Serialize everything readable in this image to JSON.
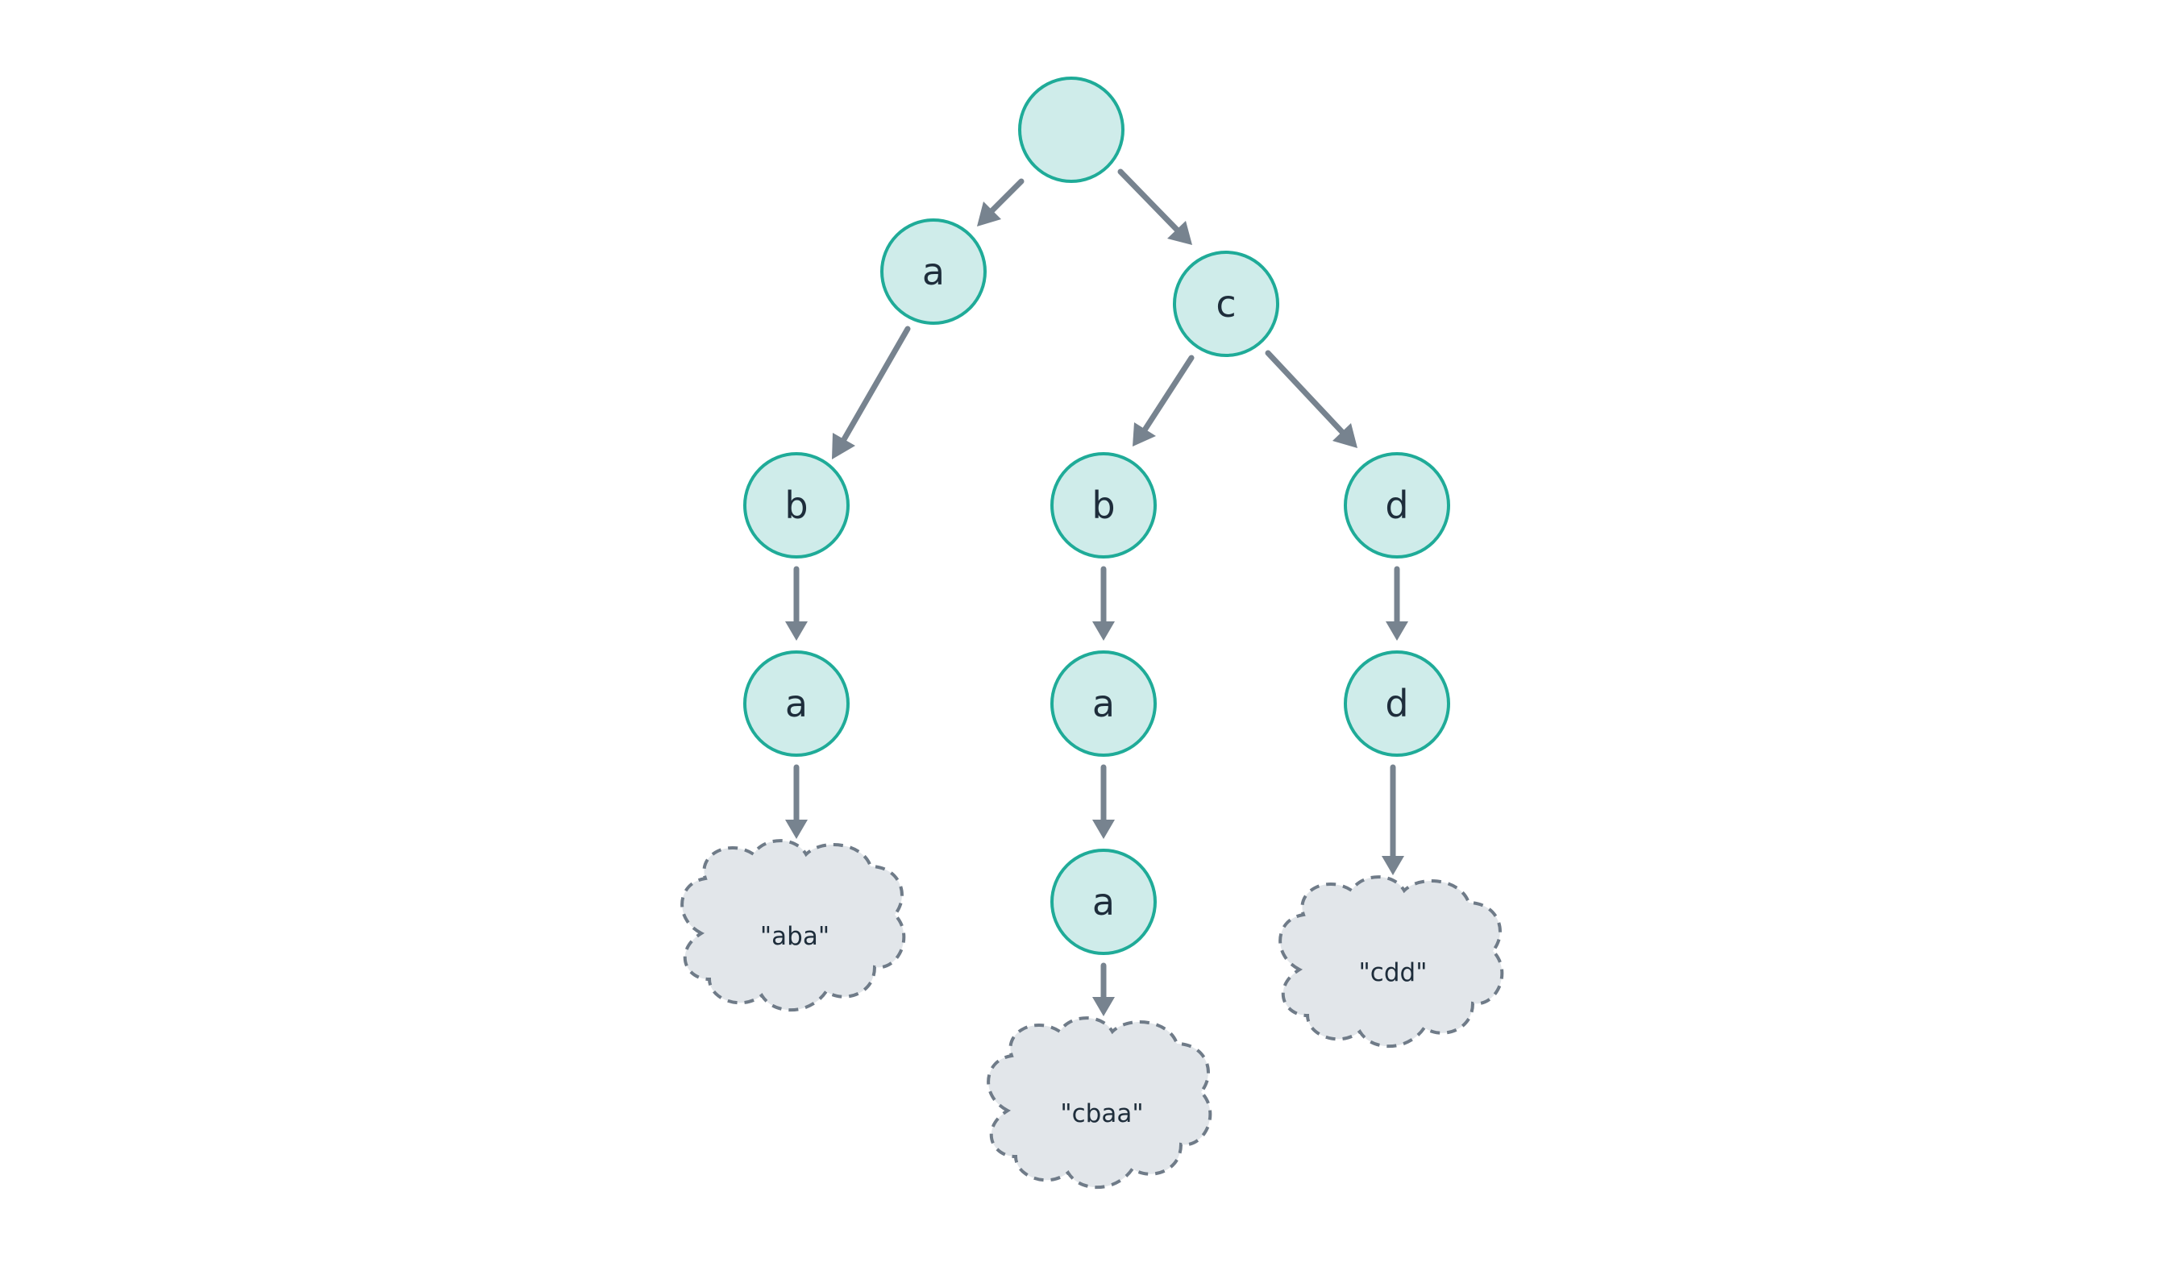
{
  "diagram": {
    "nodes": {
      "root": "",
      "a1": "a",
      "c1": "c",
      "b_left": "b",
      "a_left": "a",
      "b_mid": "b",
      "a_mid1": "a",
      "a_mid2": "a",
      "d1": "d",
      "d2": "d"
    },
    "words": {
      "aba": "\"aba\"",
      "cbaa": "\"cbaa\"",
      "cdd": "\"cdd\""
    }
  },
  "colors": {
    "node_fill": "#cfecea",
    "node_stroke": "#1fab98",
    "edge": "#77838f",
    "cloud_fill": "#e2e6ea",
    "cloud_stroke": "#6f7b88",
    "text": "#1e2d3b"
  }
}
